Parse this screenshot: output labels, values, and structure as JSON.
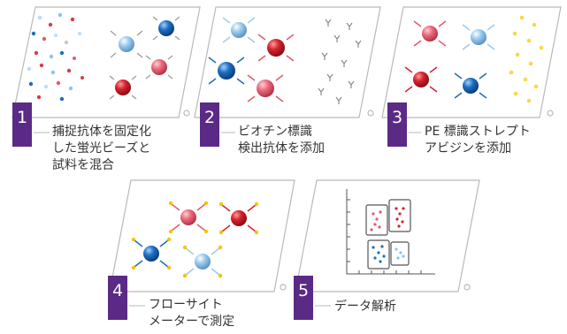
{
  "steps": [
    {
      "number": "1",
      "caption": "捕捉抗体を固定化\nした蛍光ビーズと\n試料を混合"
    },
    {
      "number": "2",
      "caption": "ビオチン標識\n検出抗体を添加"
    },
    {
      "number": "3",
      "caption": "PE 標識ストレプト\nアビジンを添加"
    },
    {
      "number": "4",
      "caption": "フローサイト\nメーターで測定"
    },
    {
      "number": "5",
      "caption": "データ解析"
    }
  ],
  "colors": {
    "tab": "#5a2a86",
    "frame": "#b9b9b9",
    "red_bead": "#cf1e2c",
    "blue_bead": "#1b6fc0",
    "pink_bead": "#e45a6c",
    "light_blue_bead": "#8fc3ea",
    "yellow_dot": "#f5c400"
  }
}
